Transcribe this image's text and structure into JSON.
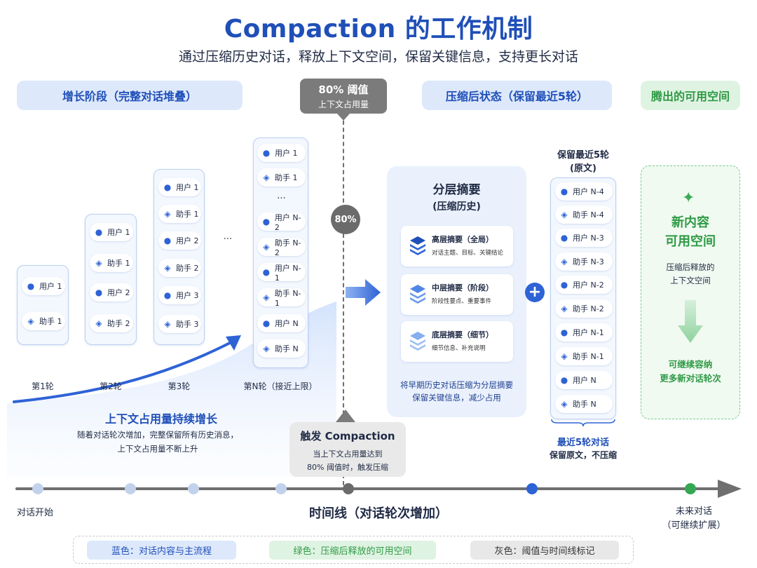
{
  "title": "Compaction 的工作机制",
  "subtitle": "通过压缩历史对话，释放上下文空间，保留关键信息，支持更长对话",
  "sections": {
    "growth": "增长阶段（完整对话堆叠）",
    "compressed": "压缩后状态（保留最近5轮）",
    "freed": "腾出的可用空间"
  },
  "threshold": {
    "label": "80% 阈值",
    "sub": "上下文占用量",
    "marker": "80%"
  },
  "rounds": [
    {
      "label": "第1轮",
      "items": [
        "用户 1",
        "助手 1"
      ]
    },
    {
      "label": "第2轮",
      "items": [
        "用户 1",
        "助手 1",
        "用户 2",
        "助手 2"
      ]
    },
    {
      "label": "第3轮",
      "items": [
        "用户 1",
        "助手 1",
        "用户 2",
        "助手 2",
        "用户 3",
        "助手 3"
      ]
    },
    {
      "label": "第N轮（接近上限）",
      "items": [
        "用户 1",
        "助手 1",
        "用户 N-2",
        "助手 N-2",
        "用户 N-1",
        "助手 N-1",
        "用户 N",
        "助手 N"
      ]
    }
  ],
  "ellipsis": "···",
  "ellipsis_v": "···",
  "growth_text": {
    "title": "上下文占用量持续增长",
    "desc1": "随着对话轮次增加，完整保留所有历史消息，",
    "desc2": "上下文占用量不断上升"
  },
  "trigger": {
    "title": "触发 Compaction",
    "desc1": "当上下文占用量达到",
    "desc2": "80% 阈值时，触发压缩"
  },
  "summary": {
    "title": "分层摘要",
    "subtitle": "(压缩历史)",
    "layers": [
      {
        "title": "高层摘要（全局）",
        "desc": "对话主题、目标、关键结论"
      },
      {
        "title": "中层摘要（阶段）",
        "desc": "阶段性要点、重要事件"
      },
      {
        "title": "底层摘要（细节）",
        "desc": "细节信息、补充说明"
      }
    ],
    "note1": "将早期历史对话压缩为分层摘要",
    "note2": "保留关键信息，减少占用"
  },
  "plus": "+",
  "recent": {
    "header1": "保留最近5轮",
    "header2": "(原文)",
    "items": [
      "用户 N-4",
      "助手 N-4",
      "用户 N-3",
      "助手 N-3",
      "用户 N-2",
      "助手 N-2",
      "用户 N-1",
      "助手 N-1",
      "用户 N",
      "助手 N"
    ],
    "footer1": "最近5轮对话",
    "footer2": "保留原文，不压缩"
  },
  "freed": {
    "title1": "新内容",
    "title2": "可用空间",
    "desc1": "压缩后释放的",
    "desc2": "上下文空间",
    "note1": "可继续容纳",
    "note2": "更多新对话轮次"
  },
  "timeline": {
    "start": "对话开始",
    "center": "时间线（对话轮次增加）",
    "future1": "未来对话",
    "future2": "（可继续扩展）"
  },
  "legend": {
    "blue": "蓝色：对话内容与主流程",
    "green": "绿色：压缩后释放的可用空间",
    "gray": "灰色：阈值与时间线标记"
  },
  "colors": {
    "primary_blue": "#1f4fb8",
    "accent_blue": "#2e63d6",
    "green": "#2f9a45",
    "gray": "#7b7b7b"
  }
}
